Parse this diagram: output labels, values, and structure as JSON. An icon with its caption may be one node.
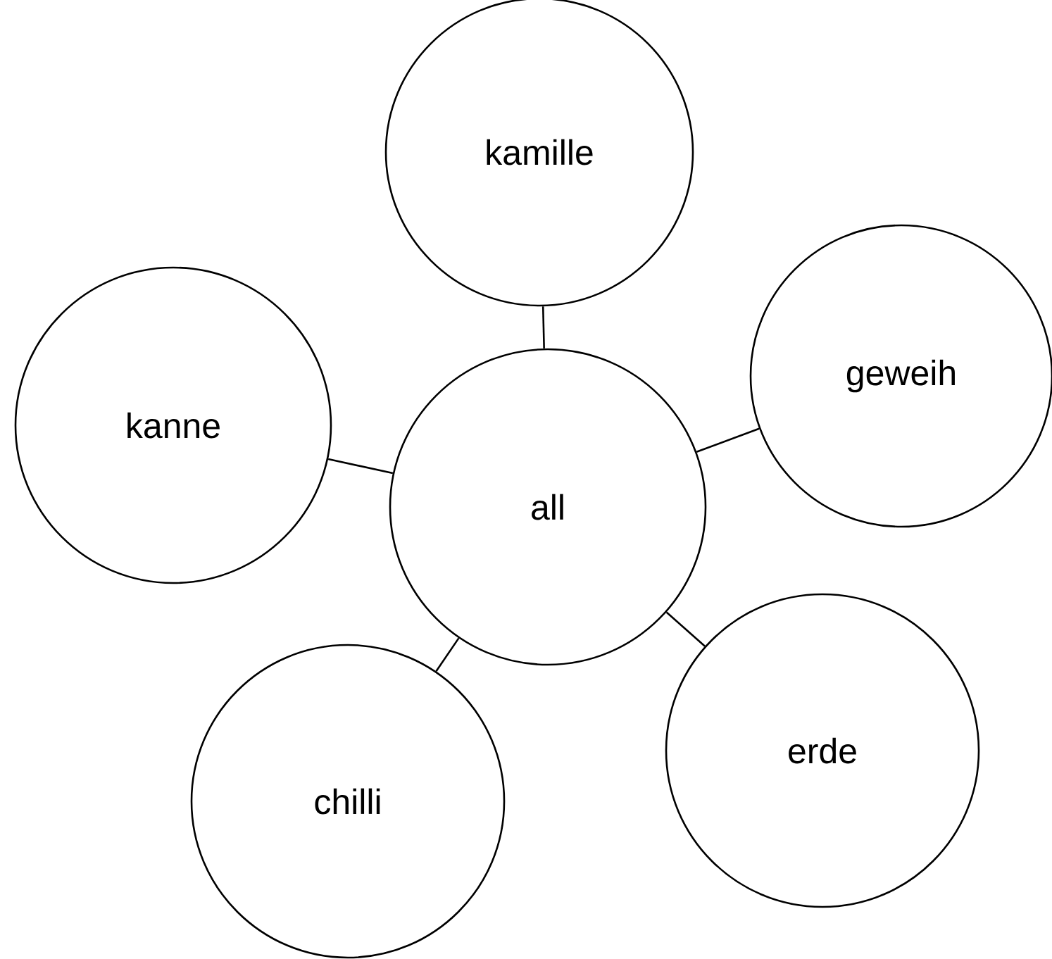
{
  "diagram": {
    "nodes": [
      {
        "text": [
          "kamille"
        ]
      },
      {
        "text": [
          "geweih"
        ]
      },
      {
        "text": [
          "kanne"
        ]
      },
      {
        "text": [
          "all"
        ]
      },
      {
        "text": [
          "erde"
        ]
      },
      {
        "text": [
          "chilli"
        ]
      }
    ],
    "edges": [
      {
        "from": 3,
        "to": 0,
        "arrow": "none"
      },
      {
        "from": 3,
        "to": 1,
        "arrow": "none"
      },
      {
        "from": 3,
        "to": 2,
        "arrow": "none"
      },
      {
        "from": 3,
        "to": 4,
        "arrow": "none"
      },
      {
        "from": 3,
        "to": 5,
        "arrow": "none"
      }
    ]
  }
}
